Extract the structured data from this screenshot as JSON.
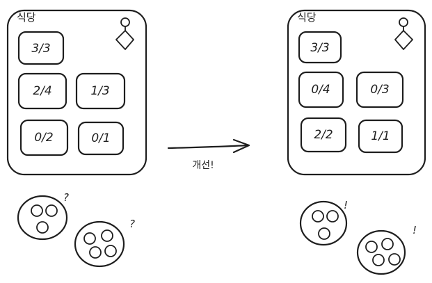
{
  "before": {
    "title": "식당",
    "tables": [
      {
        "label": "3/3"
      },
      {
        "label": "2/4"
      },
      {
        "label": "1/3"
      },
      {
        "label": "0/2"
      },
      {
        "label": "0/1"
      }
    ],
    "group_marks": [
      "?",
      "?"
    ]
  },
  "after": {
    "title": "식당",
    "tables": [
      {
        "label": "3/3"
      },
      {
        "label": "0/4"
      },
      {
        "label": "0/3"
      },
      {
        "label": "2/2"
      },
      {
        "label": "1/1"
      }
    ],
    "group_marks": [
      "!",
      "!"
    ]
  },
  "arrow": {
    "caption": "개선!"
  },
  "icons": {
    "person": "person-icon",
    "diamond": "diamond-icon"
  }
}
